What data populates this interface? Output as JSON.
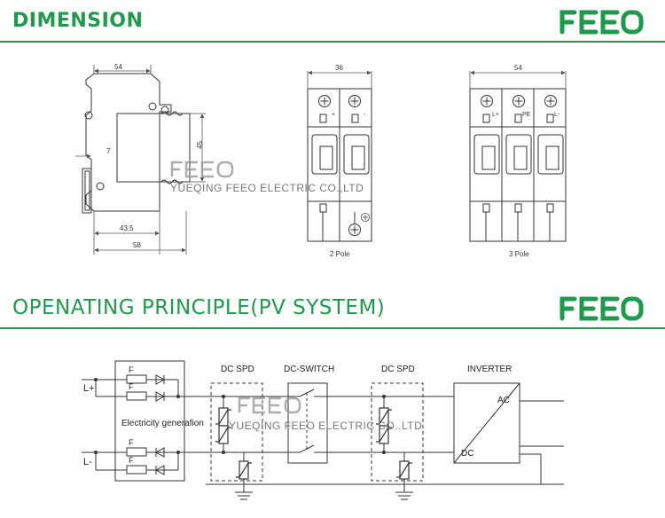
{
  "colors": {
    "accent": "#1f9a4c",
    "line": "#333333",
    "dim": "#555555"
  },
  "header_dimension": {
    "title": "DIMENSION",
    "brand": "FEEO"
  },
  "header_principle": {
    "title": "OPENATING PRINCIPLE(PV SYSTEM)",
    "brand": "FEEO"
  },
  "watermark": {
    "logo": "FEEO",
    "company": "YUEQING FEEO ELECTRIC CO.,LTD"
  },
  "side_view": {
    "top_width": "54",
    "offset": "7",
    "height": "45",
    "base_depth": "43.5",
    "total_depth": "58"
  },
  "two_pole": {
    "width": "36",
    "terminal_plus": "+",
    "terminal_minus": "-",
    "caption": "2 Pole"
  },
  "three_pole": {
    "width": "54",
    "terminal_l_plus": "L+",
    "terminal_pe": "PE",
    "terminal_l_minus": "L-",
    "caption": "3 Pole"
  },
  "pv_system": {
    "line_plus": "L+",
    "line_minus": "L-",
    "fuse_label": "F",
    "generation_label": "Electricity generafion",
    "spd1_label": "DC SPD",
    "switch_label": "DC-SWITCH",
    "spd2_label": "DC SPD",
    "inverter_label": "INVERTER",
    "ac_label": "AC",
    "dc_label": "DC"
  }
}
